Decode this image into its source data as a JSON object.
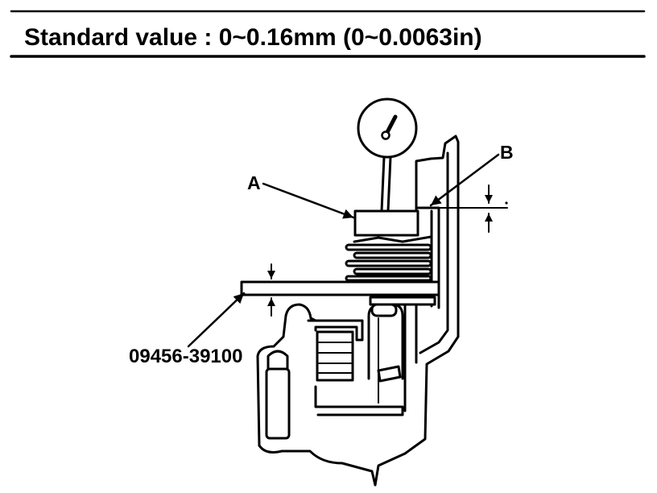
{
  "header": {
    "standard_value": "Standard value : 0~0.16mm (0~0.0063in)"
  },
  "diagram": {
    "labels": {
      "a": "A",
      "b": "B",
      "tool_part_number": "09456-39100"
    }
  },
  "colors": {
    "ink": "#000000",
    "paper": "#ffffff"
  }
}
